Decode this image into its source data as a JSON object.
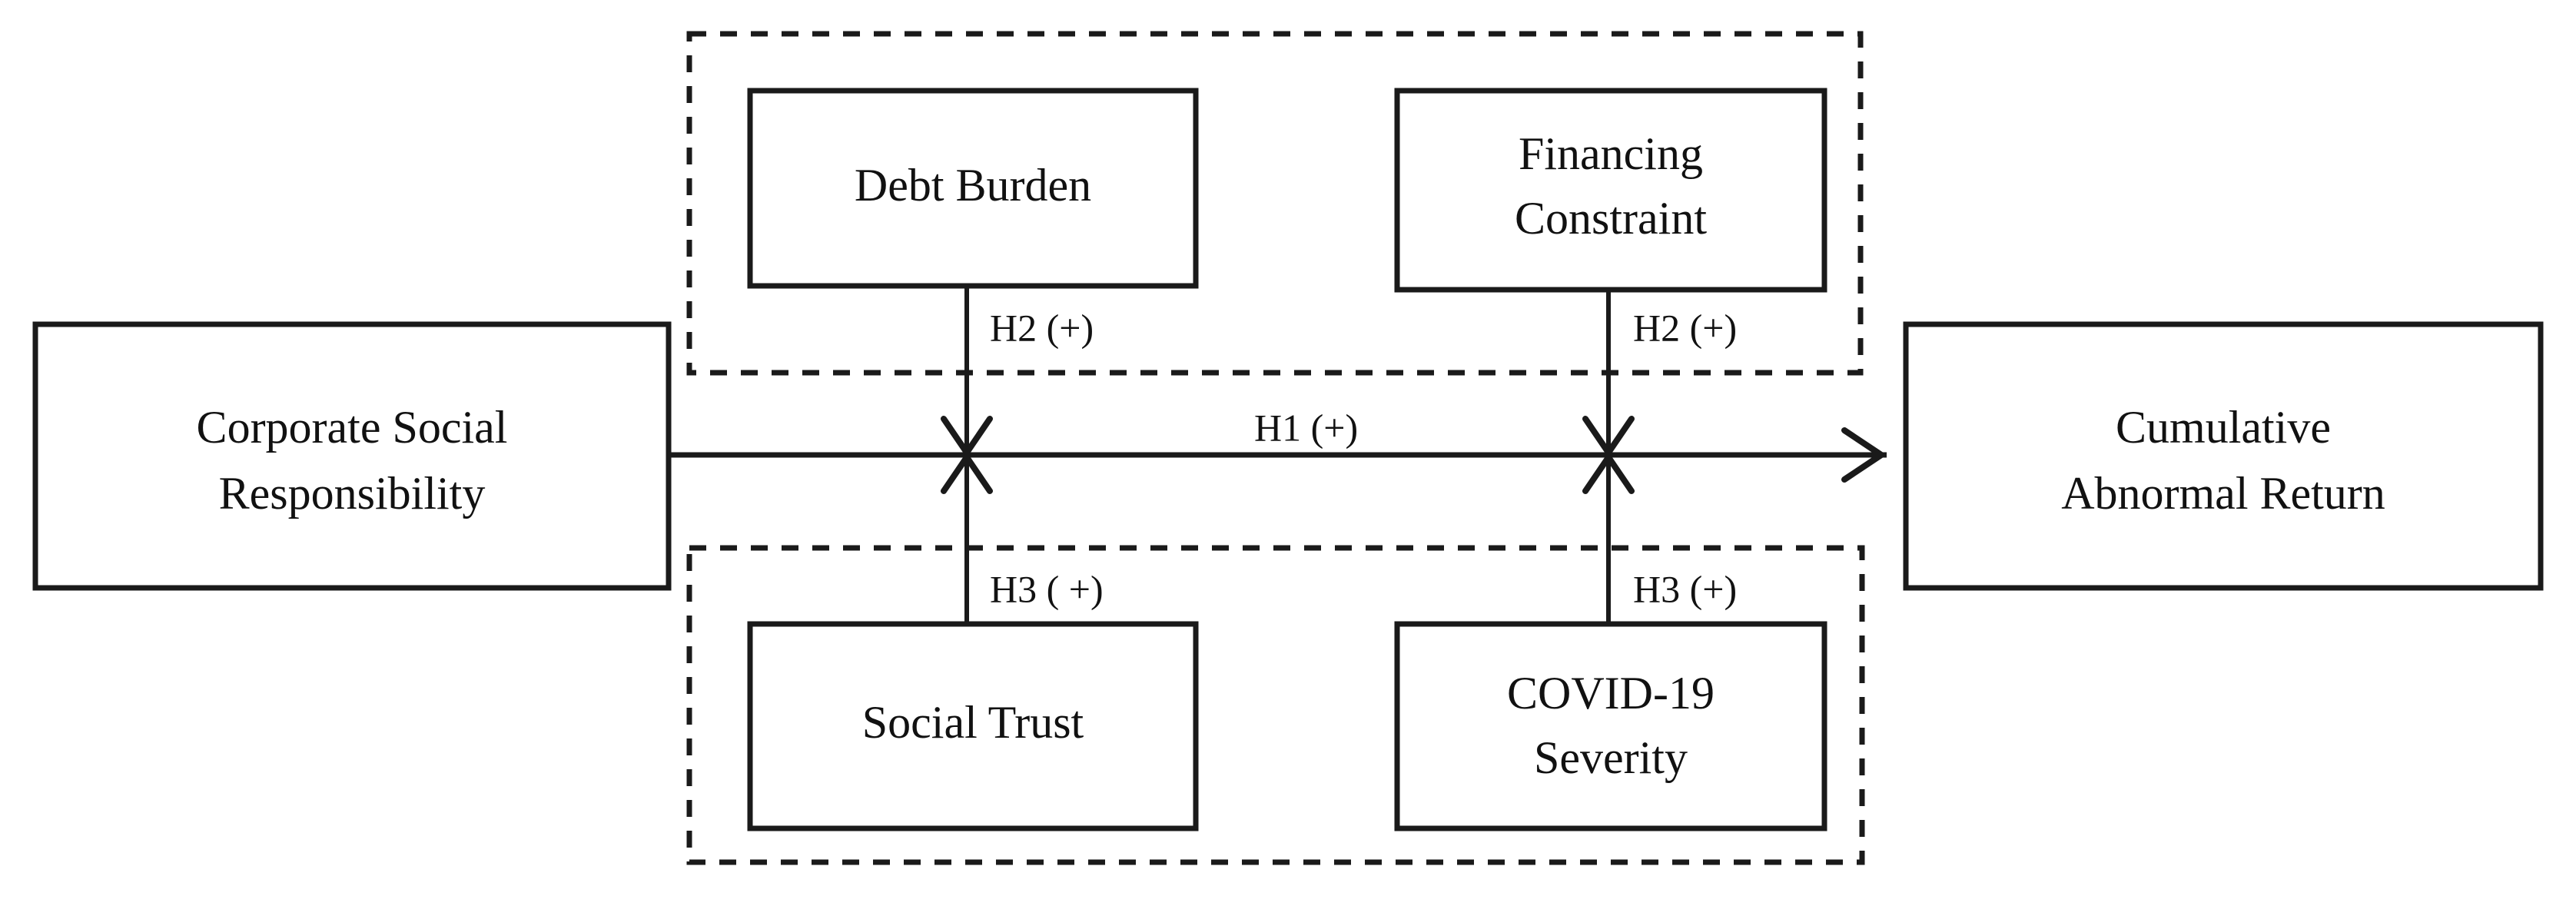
{
  "diagram": {
    "type": "conceptual-research-framework",
    "background_color": "#ffffff",
    "line_color": "#1a1a1a",
    "text_color": "#111111",
    "nodes": {
      "independent": {
        "id": "corporate-social-responsibility",
        "line1": "Corporate Social",
        "line2": "Responsibility"
      },
      "dependent": {
        "id": "cumulative-abnormal-return",
        "line1": "Cumulative",
        "line2": "Abnormal Return"
      },
      "moderator_debt": {
        "id": "debt-burden",
        "line1": "Debt Burden",
        "line2": ""
      },
      "moderator_financing": {
        "id": "financing-constraint",
        "line1": "Financing",
        "line2": "Constraint"
      },
      "moderator_trust": {
        "id": "social-trust",
        "line1": "Social Trust",
        "line2": ""
      },
      "moderator_covid": {
        "id": "covid-19-severity",
        "line1": "COVID-19",
        "line2": "Severity"
      }
    },
    "edge_labels": {
      "h1": "H1 (+)",
      "h2_debt": "H2 (+)",
      "h2_financing": "H2 (+)",
      "h3_trust": "H3 ( +)",
      "h3_covid": "H3 (+)"
    },
    "groups": {
      "upper": "",
      "lower": ""
    }
  }
}
